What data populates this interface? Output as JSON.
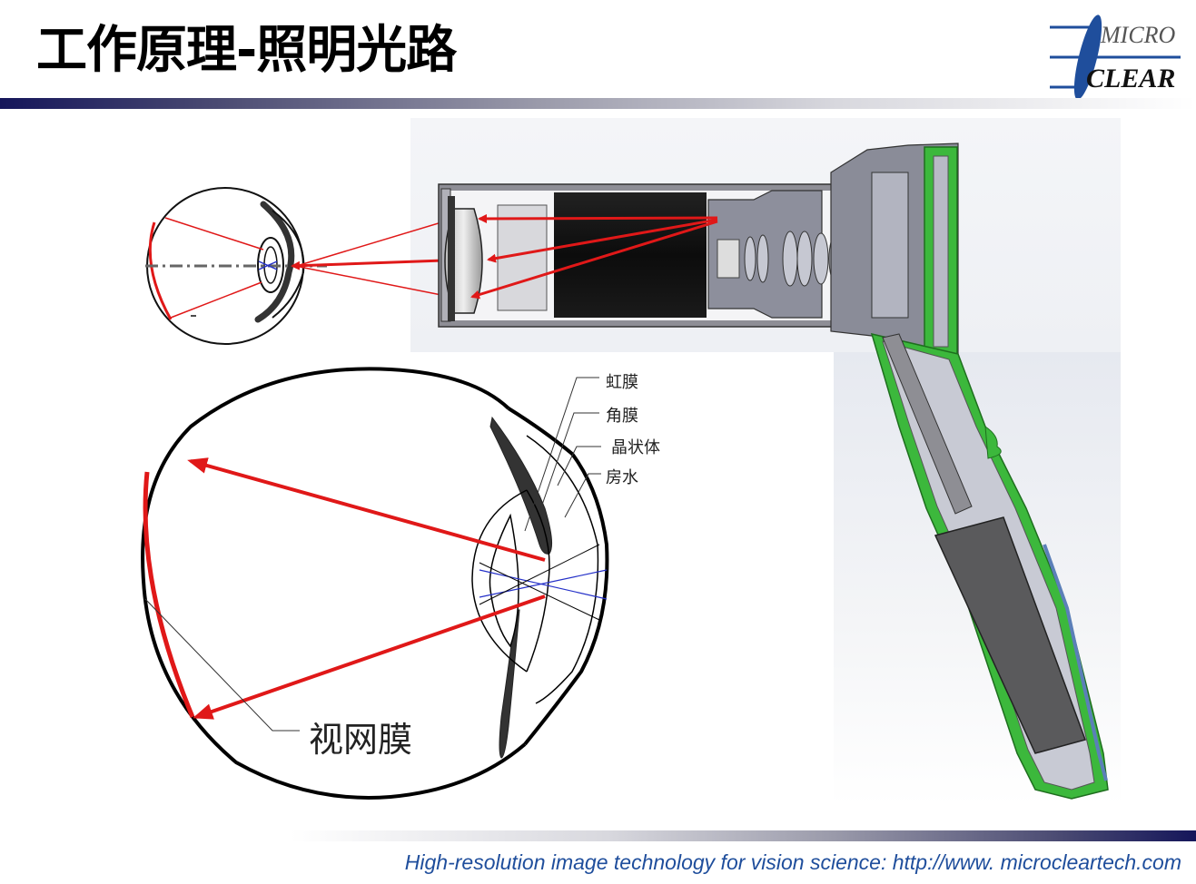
{
  "slide": {
    "title": "工作原理-照明光路",
    "footer": "High-resolution image technology for vision science: http://www. microcleartech.com"
  },
  "logo": {
    "line1": "MICRO",
    "line2": "CLEAR",
    "brand_color": "#1f4e9c"
  },
  "eye_diagram": {
    "labels": {
      "iris": "虹膜",
      "cornea": "角膜",
      "lens": "晶状体",
      "aqueous": "房水",
      "retina": "视网膜"
    }
  },
  "colors": {
    "light_path": "#e01818",
    "optical_axis": "#2430c8",
    "housing_green": "#3cb83c",
    "title_bar_dark": "#15165a"
  }
}
